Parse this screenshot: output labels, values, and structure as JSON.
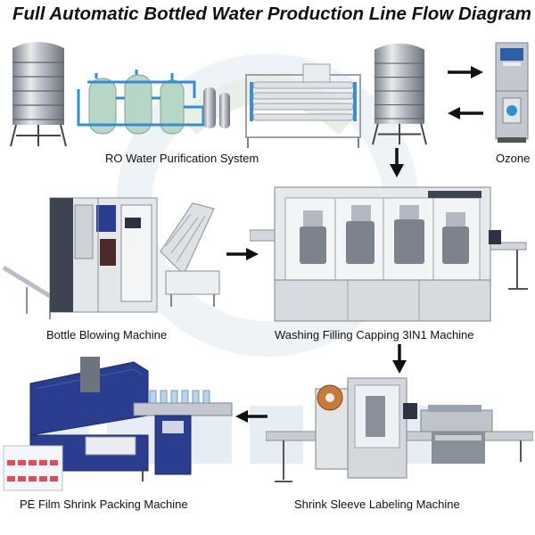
{
  "title": "Full Automatic Bottled Water Production Line Flow Diagram",
  "labels": {
    "ro": "RO Water Purification System",
    "ozone": "Ozone",
    "blowing": "Bottle Blowing Machine",
    "filling": "Washing Filling Capping 3IN1 Machine",
    "packing": "PE Film Shrink Packing Machine",
    "labeling": "Shrink Sleeve Labeling Machine"
  },
  "colors": {
    "steel": "#c9cdd2",
    "steel_dark": "#8a9099",
    "pipe_blue": "#2f8fd0",
    "tank_green": "#b8d6c6",
    "machine_blue": "#2b3d8f",
    "arrow": "#111111",
    "watermark": "#dfe7ef"
  }
}
